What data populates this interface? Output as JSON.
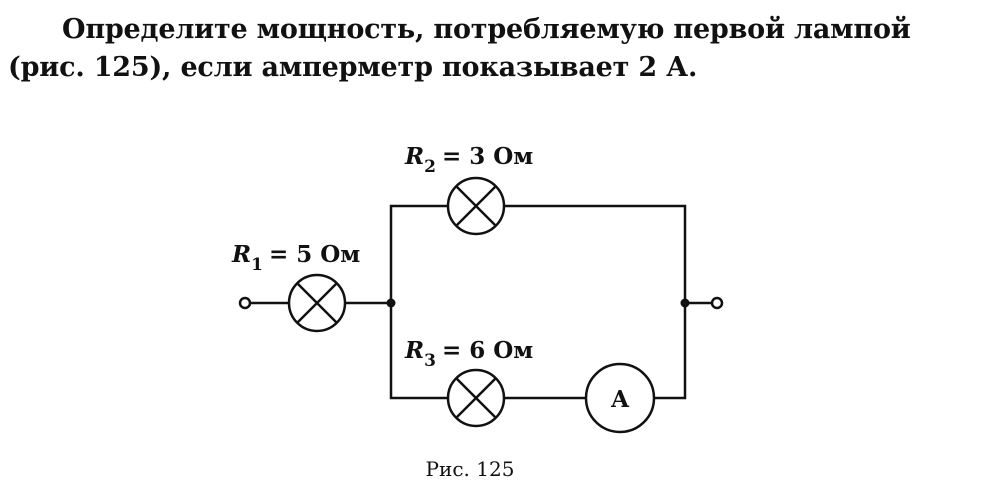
{
  "problem": {
    "line1": "Определите мощность, потребляемую первой лампой",
    "line2": "(рис. 125), если амперметр показывает 2 А."
  },
  "circuit": {
    "r1": {
      "symbol": "R",
      "index": "1",
      "value": "= 5 Ом"
    },
    "r2": {
      "symbol": "R",
      "index": "2",
      "value": "= 3 Ом"
    },
    "r3": {
      "symbol": "R",
      "index": "3",
      "value": "= 6 Ом"
    },
    "ammeter_label": "A"
  },
  "caption": "Рис. 125"
}
